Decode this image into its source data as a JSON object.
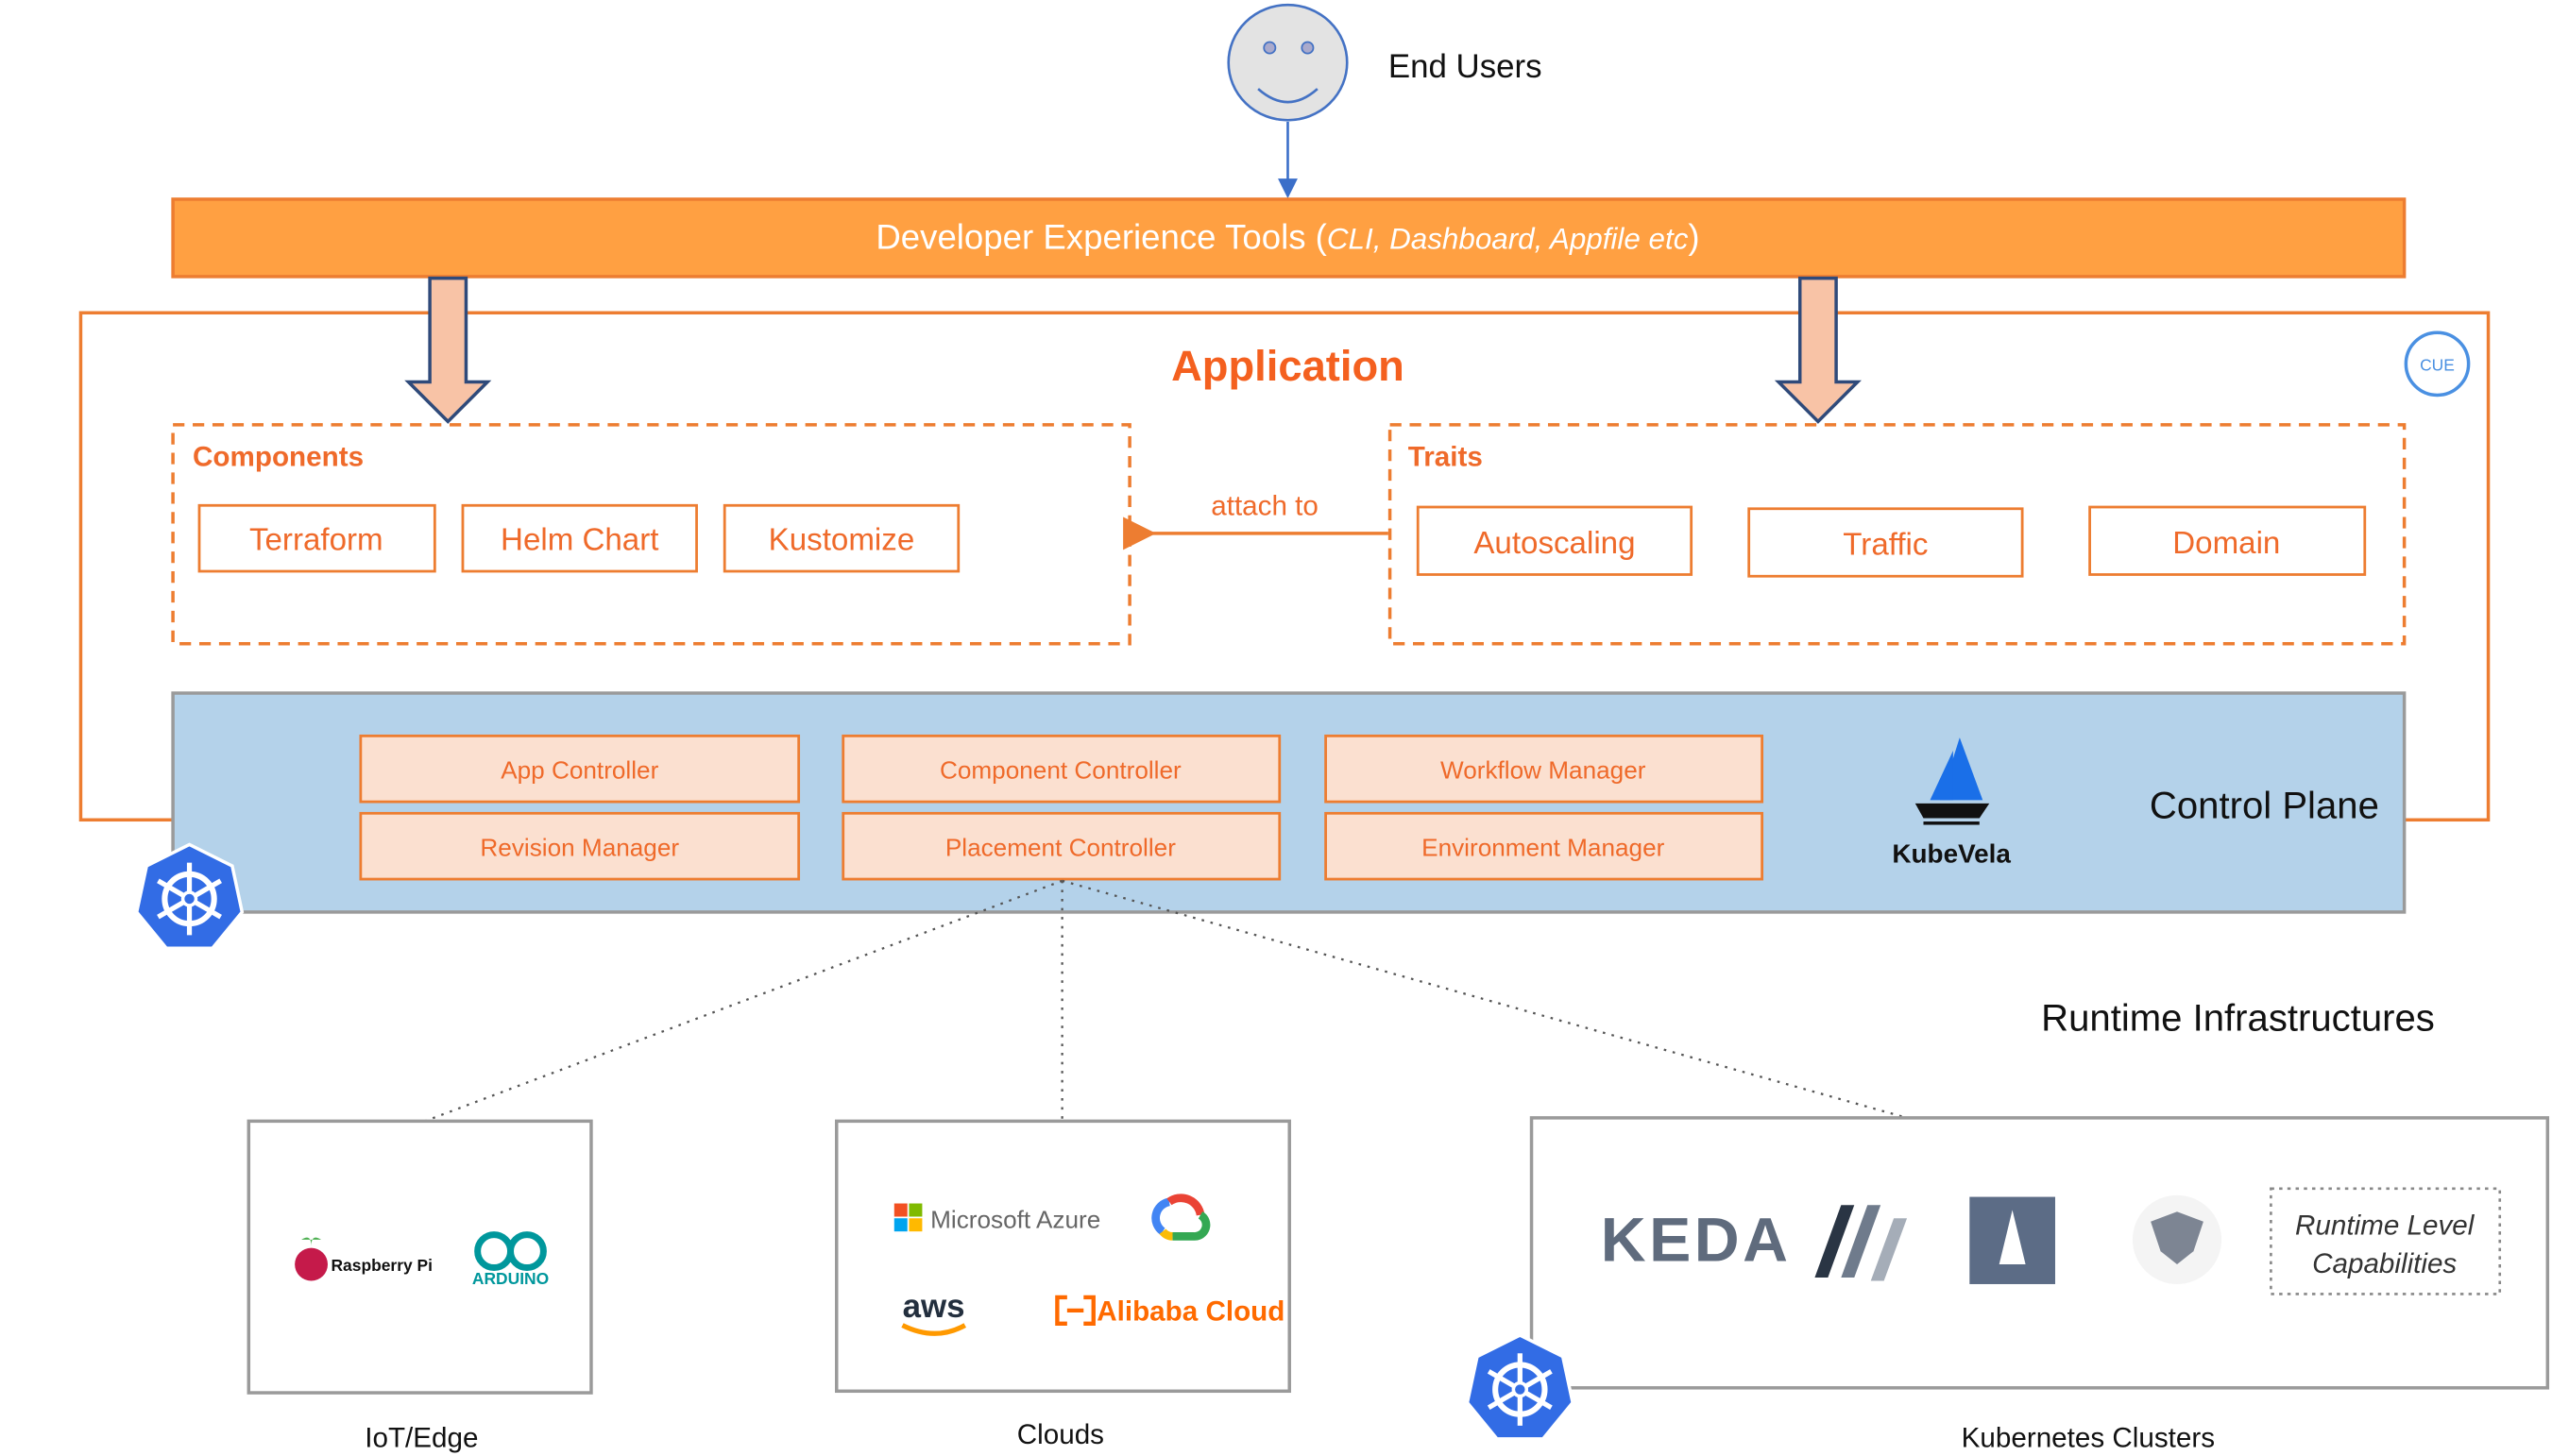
{
  "end_users": {
    "label": "End Users"
  },
  "dev_tools": {
    "label": "Developer Experience Tools (",
    "detail": "CLI, Dashboard, Appfile etc",
    "close": ")"
  },
  "application": {
    "title": "Application",
    "cue_badge": "CUE",
    "components": {
      "title": "Components",
      "items": [
        "Terraform",
        "Helm Chart",
        "Kustomize"
      ]
    },
    "attach_label": "attach to",
    "traits": {
      "title": "Traits",
      "items": [
        "Autoscaling",
        "Traffic",
        "Domain"
      ]
    }
  },
  "control_plane": {
    "title": "Control Plane",
    "logo_text": "KubeVela",
    "controllers": [
      "App Controller",
      "Component Controller",
      "Workflow Manager",
      "Revision Manager",
      "Placement Controller",
      "Environment Manager"
    ]
  },
  "runtime": {
    "title": "Runtime Infrastructures",
    "iot": {
      "label": "IoT/Edge",
      "logos": [
        "Raspberry Pi",
        "ARDUINO"
      ]
    },
    "clouds": {
      "label": "Clouds",
      "logos": [
        "Microsoft Azure",
        "aws",
        "Alibaba Cloud"
      ]
    },
    "k8s": {
      "label": "Kubernetes Clusters",
      "logos": [
        "KEDA"
      ],
      "capabilities": [
        "Runtime Level",
        "Capabilities"
      ]
    }
  },
  "colors": {
    "accent": "#ed7d31",
    "bar": "#ffa042",
    "control_plane": "#b4d2ea",
    "k8s_blue": "#326ce5"
  }
}
